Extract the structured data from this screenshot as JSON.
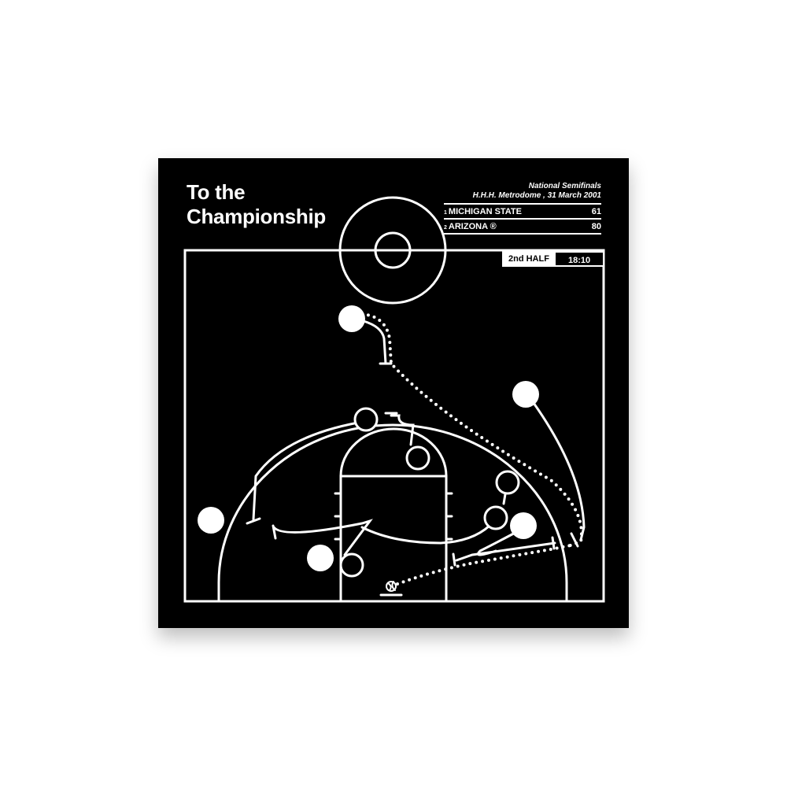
{
  "title_line1": "To the",
  "title_line2": "Championship",
  "event": "National Semifinals",
  "venue_date": "H.H.H. Metrodome , 31 March 2001",
  "teams": [
    {
      "seed": "1",
      "name": "MICHIGAN STATE",
      "score": "61"
    },
    {
      "seed": "2",
      "name": "ARIZONA ®",
      "score": "80"
    }
  ],
  "period": "2nd HALF",
  "clock": "18:10"
}
